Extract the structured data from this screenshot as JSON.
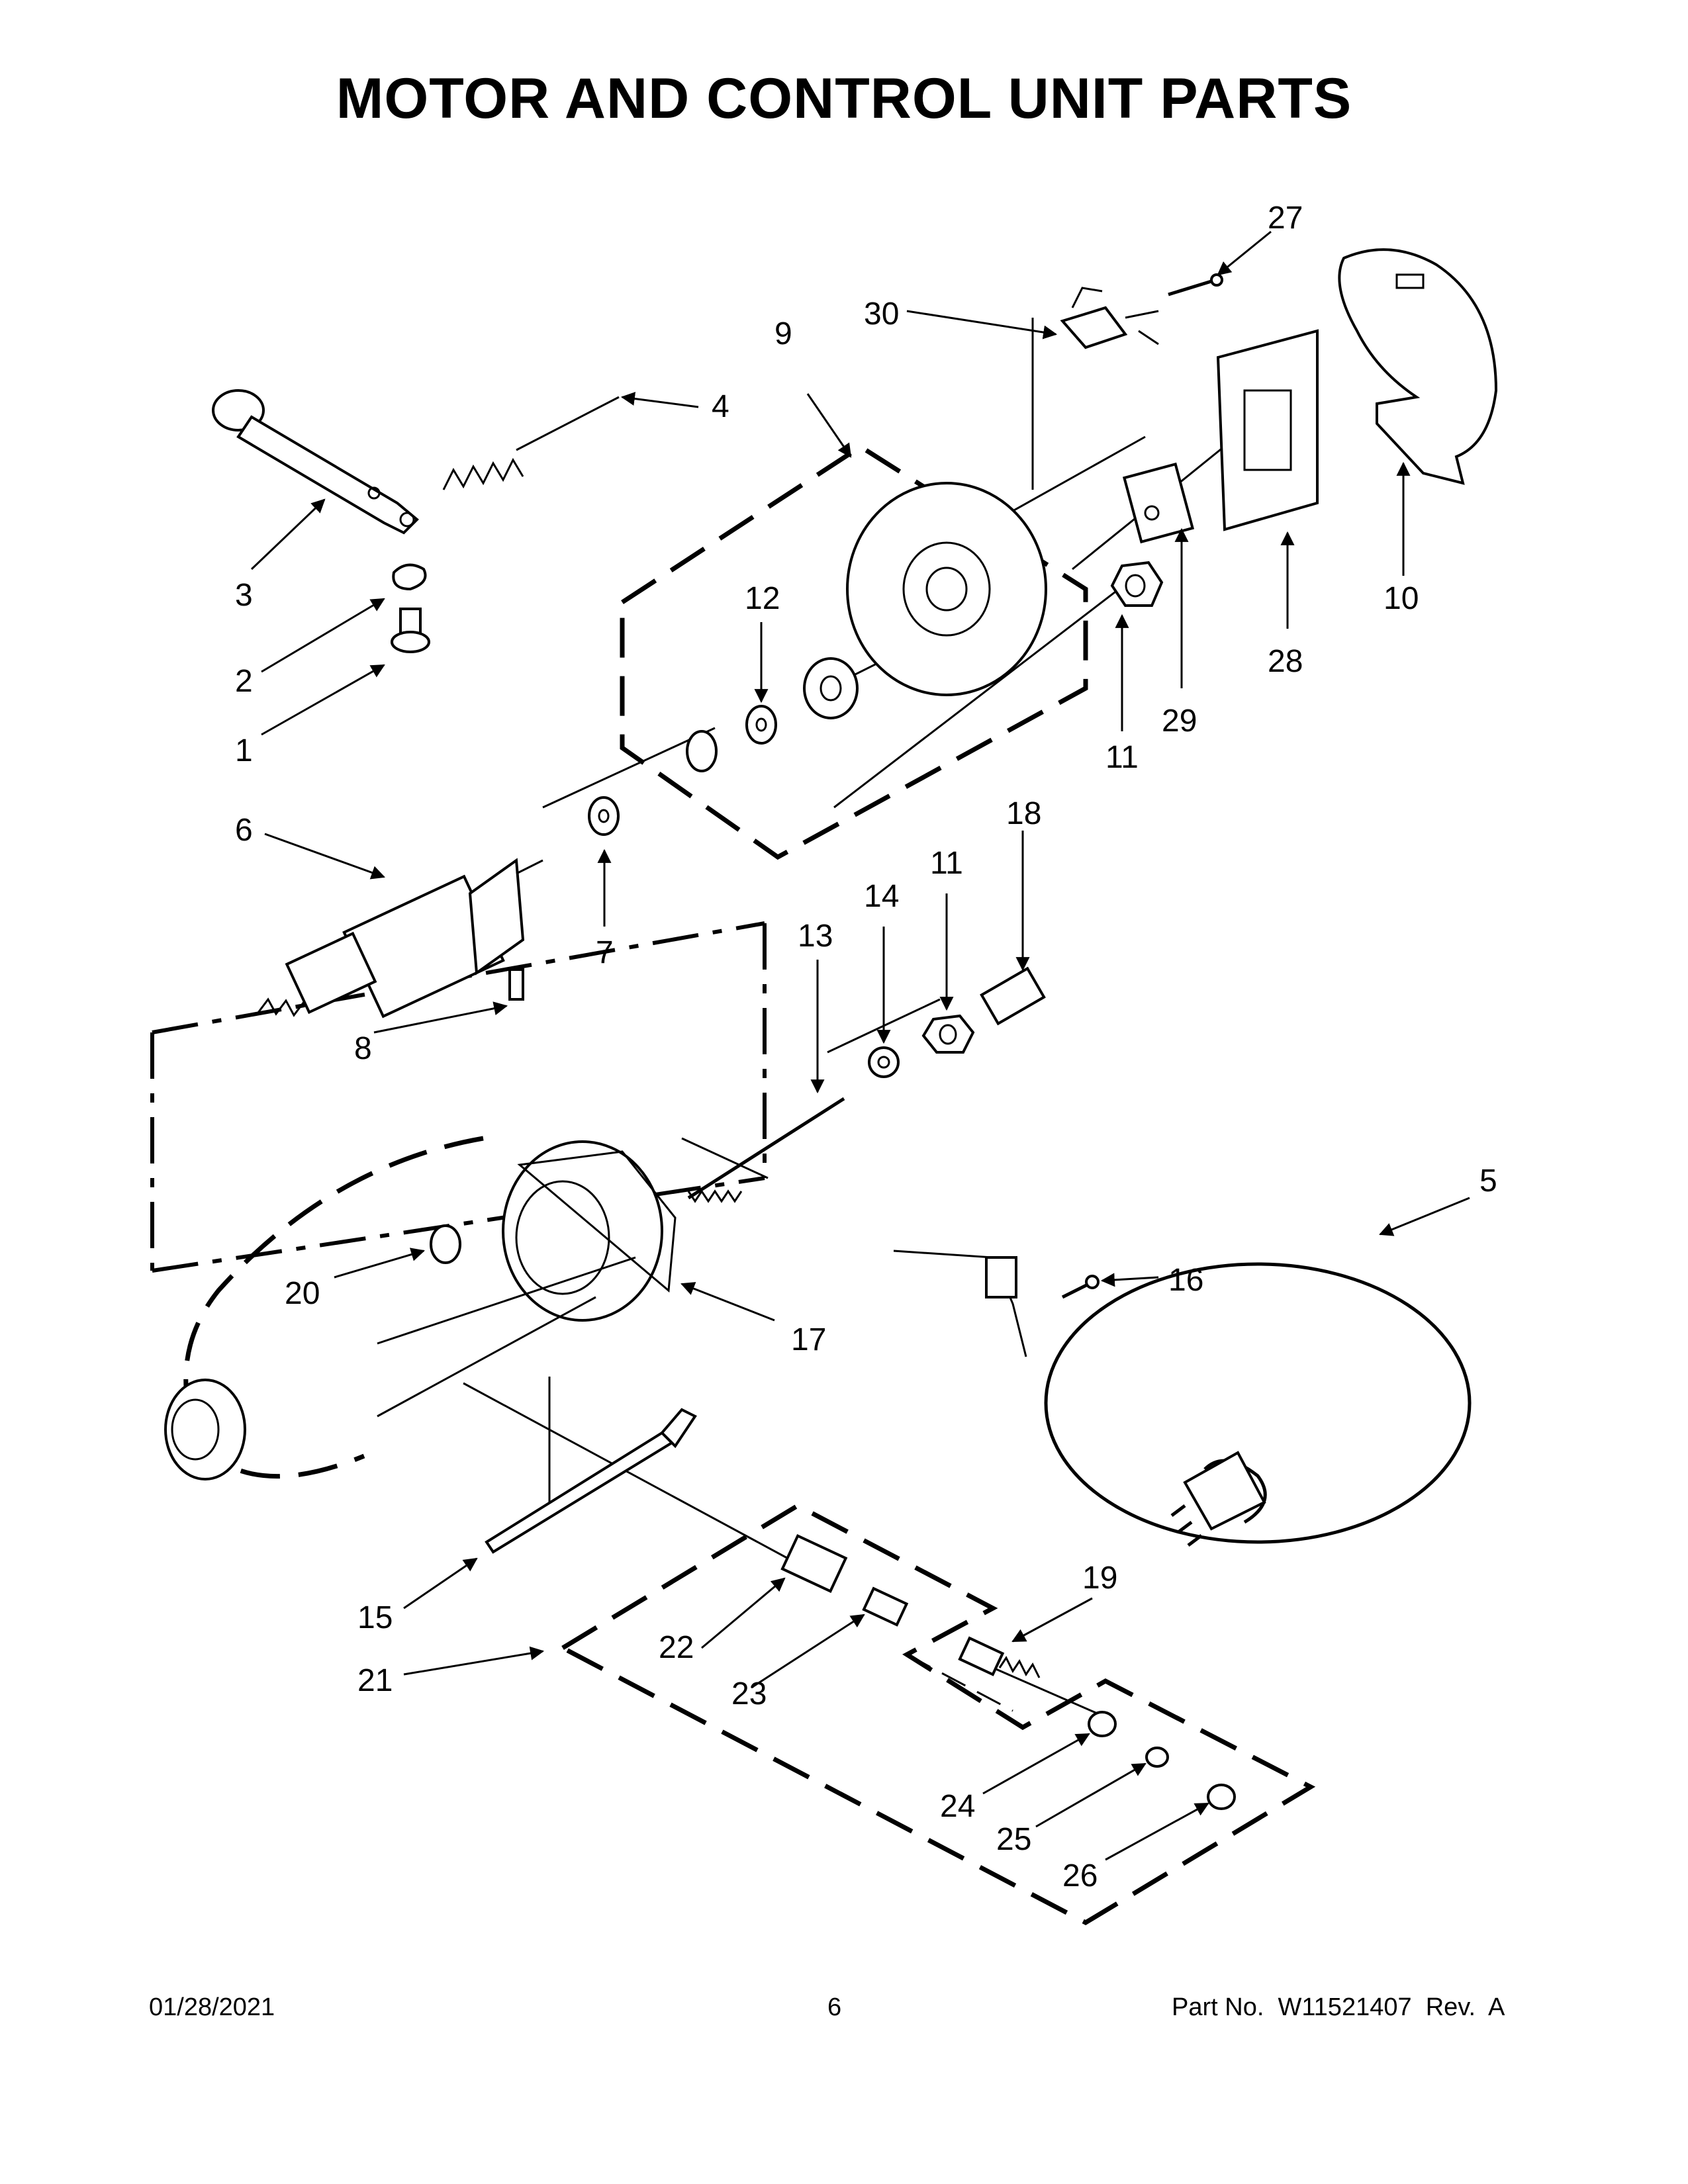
{
  "title": "MOTOR AND CONTROL UNIT PARTS",
  "footer": {
    "date": "01/28/2021",
    "page": "6",
    "part_number": "Part No.  W11521407  Rev.  A"
  },
  "callouts": {
    "c1": "1",
    "c2": "2",
    "c3": "3",
    "c4": "4",
    "c5": "5",
    "c6": "6",
    "c7": "7",
    "c8": "8",
    "c9": "9",
    "c10": "10",
    "c11a": "11",
    "c11b": "11",
    "c12": "12",
    "c13": "13",
    "c14": "14",
    "c15": "15",
    "c16": "16",
    "c17": "17",
    "c18": "18",
    "c19": "19",
    "c20": "20",
    "c21": "21",
    "c22": "22",
    "c23": "23",
    "c24": "24",
    "c25": "25",
    "c26": "26",
    "c27": "27",
    "c28": "28",
    "c29": "29",
    "c30": "30"
  }
}
